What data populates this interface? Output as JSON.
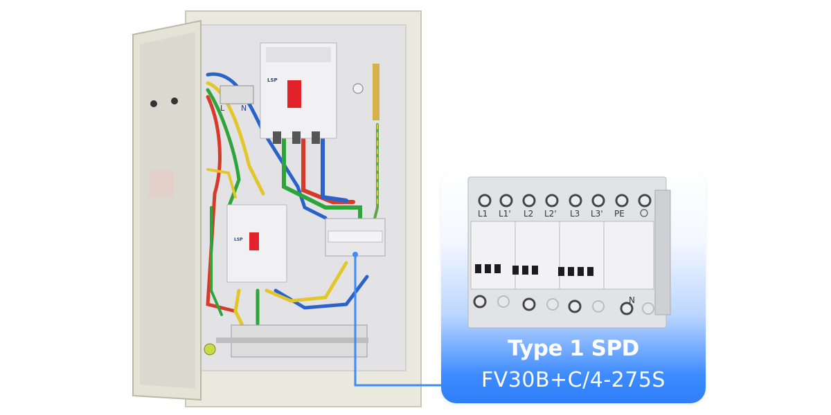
{
  "callout": {
    "title": "Type 1 SPD",
    "model": "FV30B+C/4-275S",
    "colors": {
      "gradient_top": "#ffffff",
      "gradient_bottom": "#2f7ef6",
      "text": "#ffffff",
      "leader_line": "#3b8cf6"
    }
  },
  "spd_labels": {
    "terminals_top": [
      "L1",
      "L1'",
      "L2",
      "L2'",
      "L3",
      "L3'",
      "PE"
    ],
    "terminal_bottom": "N"
  },
  "breakers": {
    "brand": "LSP"
  },
  "busbar_labels": {
    "live": "L",
    "neutral": "N"
  }
}
